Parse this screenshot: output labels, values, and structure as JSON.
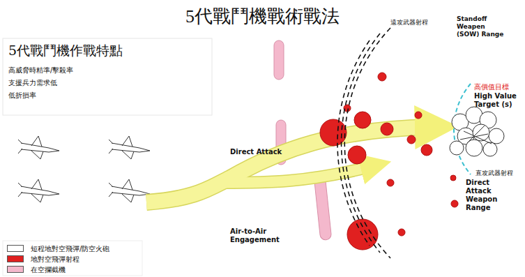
{
  "diagram": {
    "title": "5代戰鬥機戰術戰法",
    "nodes": [
      {
        "text": [
          "5代戰鬥機作戰特點",
          "高威脅時精準/擊殺率",
          "支援兵力需求低",
          "低折損率"
        ]
      },
      {
        "text": [
          "高價值目標",
          "High Value Target (s)"
        ]
      }
    ],
    "labels": [
      "Direct Attack",
      "Air-to-Air Engagement",
      "遠攻武器射程",
      "Standoff Weapen (SOW) Range",
      "直攻武器射程",
      "Direct Attack Weapon Range"
    ],
    "legend": [
      {
        "text": "短程地對空飛彈/防空火砲",
        "color": "#ffffff"
      },
      {
        "text": "地對空飛彈射程",
        "color": "#e02020"
      },
      {
        "text": "在空攔截機",
        "color": "#f4b8cc"
      }
    ]
  }
}
